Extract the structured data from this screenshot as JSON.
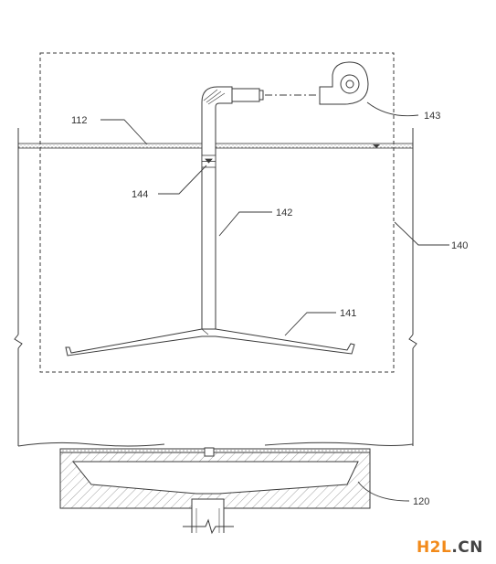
{
  "labels": {
    "l112": "112",
    "l143": "143",
    "l144": "144",
    "l142": "142",
    "l140": "140",
    "l141": "141",
    "l120": "120"
  },
  "watermark": {
    "brand": "H2L",
    "suffix": ".CN"
  },
  "colors": {
    "line": "#3a3a3a",
    "hatch": "#7a7a7a",
    "brand_orange": "#f28a1a"
  }
}
